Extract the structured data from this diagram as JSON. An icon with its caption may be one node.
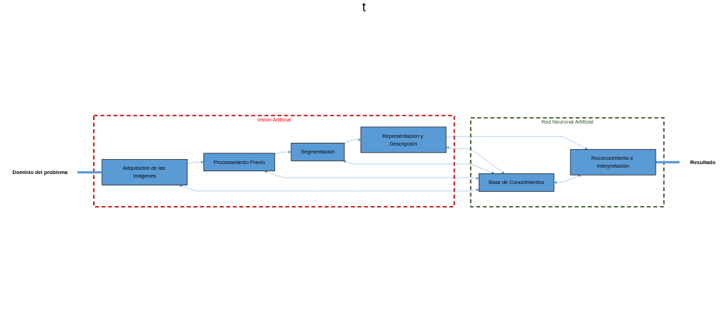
{
  "diagram": {
    "nodes": [
      {
        "text": [
          "Visión Artificial"
        ]
      },
      {
        "text": [
          "Procesamiento Previo"
        ],
        "in": 0
      },
      {
        "text": [
          "Segmentación"
        ],
        "in": 0
      },
      {
        "text": [
          "Representación y Descripción"
        ],
        "in": 0
      },
      {
        "text": [
          "Red Neuronal Artificial"
        ]
      },
      {
        "text": [
          "Dominio del problema"
        ]
      },
      {
        "text": [
          "Adquisición de las imágenes"
        ],
        "in": 0
      },
      {
        "text": [
          "Base de Conocimientos"
        ],
        "in": 4
      },
      {
        "text": [
          "Reconocimiento e Interpretación"
        ],
        "in": 4
      },
      {
        "text": [
          "Resultado"
        ]
      }
    ],
    "edges": [
      {
        "from": 1,
        "to": 2,
        "arrow": "to"
      },
      {
        "from": 2,
        "to": 3,
        "arrow": "to"
      },
      {
        "from": 6,
        "to": 1,
        "arrow": "to"
      },
      {
        "from": 3,
        "to": 8,
        "arrow": "to"
      },
      {
        "from": 1,
        "to": 7,
        "arrow": "both"
      },
      {
        "from": 2,
        "to": 7,
        "arrow": "both"
      },
      {
        "from": 3,
        "to": 7,
        "arrow": "both"
      },
      {
        "from": 5,
        "to": 6,
        "arrow": "to",
        "style": "thick"
      },
      {
        "from": 6,
        "to": 7,
        "arrow": "both"
      },
      {
        "from": 7,
        "to": 8,
        "arrow": "both"
      },
      {
        "from": 8,
        "to": 9,
        "arrow": "to",
        "style": "thick"
      }
    ],
    "labels": [
      "t"
    ]
  }
}
